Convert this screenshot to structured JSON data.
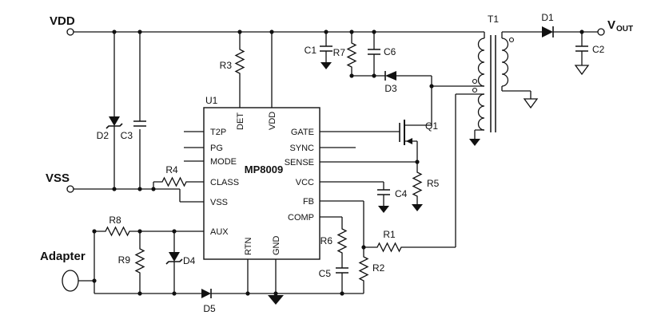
{
  "terminals": {
    "vdd": "VDD",
    "vss": "VSS",
    "adapter": "Adapter",
    "vout_main": "V",
    "vout_sub": "OUT"
  },
  "transformer": {
    "label": "T1"
  },
  "ic": {
    "refdes": "U1",
    "part": "MP8009",
    "pins": {
      "left": [
        "T2P",
        "PG",
        "MODE",
        "CLASS",
        "VSS",
        "AUX"
      ],
      "right": [
        "GATE",
        "SYNC",
        "SENSE",
        "VCC",
        "FB",
        "COMP"
      ],
      "top": [
        "DET",
        "VDD"
      ],
      "bottom": [
        "RTN",
        "GND"
      ]
    }
  },
  "components": {
    "r1": "R1",
    "r2": "R2",
    "r3": "R3",
    "r4": "R4",
    "r5": "R5",
    "r6": "R6",
    "r7": "R7",
    "r8": "R8",
    "r9": "R9",
    "c1": "C1",
    "c2": "C2",
    "c3": "C3",
    "c4": "C4",
    "c5": "C5",
    "c6": "C6",
    "d1": "D1",
    "d2": "D2",
    "d3": "D3",
    "d4": "D4",
    "d5": "D5",
    "q1": "Q1"
  },
  "colors": {
    "stroke": "#111111",
    "background": "#ffffff"
  }
}
